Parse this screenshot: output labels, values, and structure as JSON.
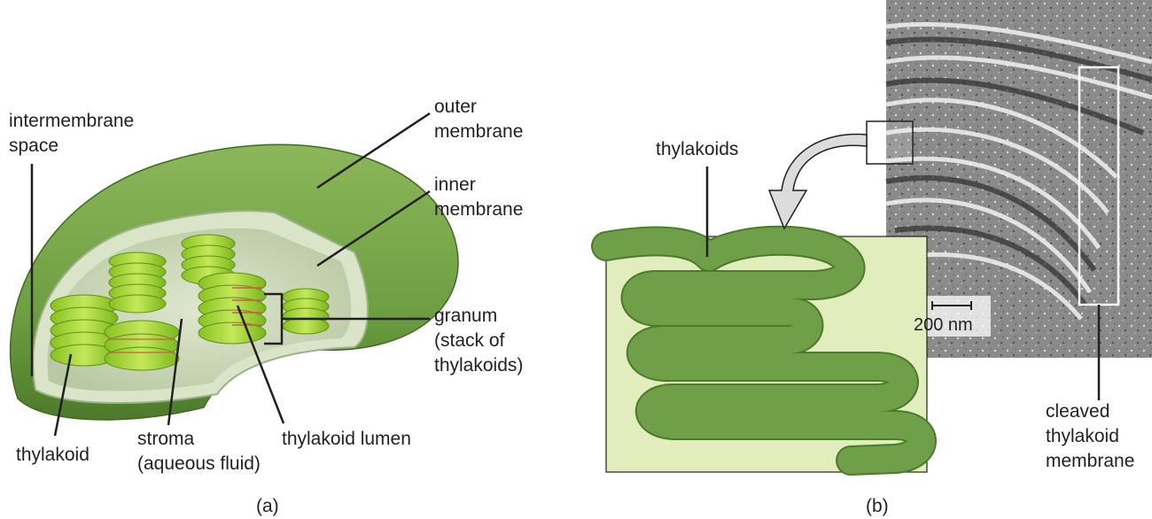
{
  "panel_a": {
    "caption": "(a)",
    "labels": {
      "intermembrane_space": "intermembrane\nspace",
      "outer_membrane": "outer\nmembrane",
      "inner_membrane": "inner\nmembrane",
      "granum": "granum\n(stack of\nthylakoids)",
      "thylakoid": "thylakoid",
      "stroma": "stroma\n(aqueous fluid)",
      "thylakoid_lumen": "thylakoid lumen"
    }
  },
  "panel_b": {
    "caption": "(b)",
    "labels": {
      "thylakoids": "thylakoids",
      "cleaved_membrane": "cleaved\nthylakoid\nmembrane"
    },
    "scale_bar": "200 nm"
  },
  "colors": {
    "outer_green": "#6e9f42",
    "inner_green": "#9fd038",
    "thylakoid_tube": "#6f9f48",
    "inset_background": "#e2edbd",
    "label_text": "#231f20"
  }
}
